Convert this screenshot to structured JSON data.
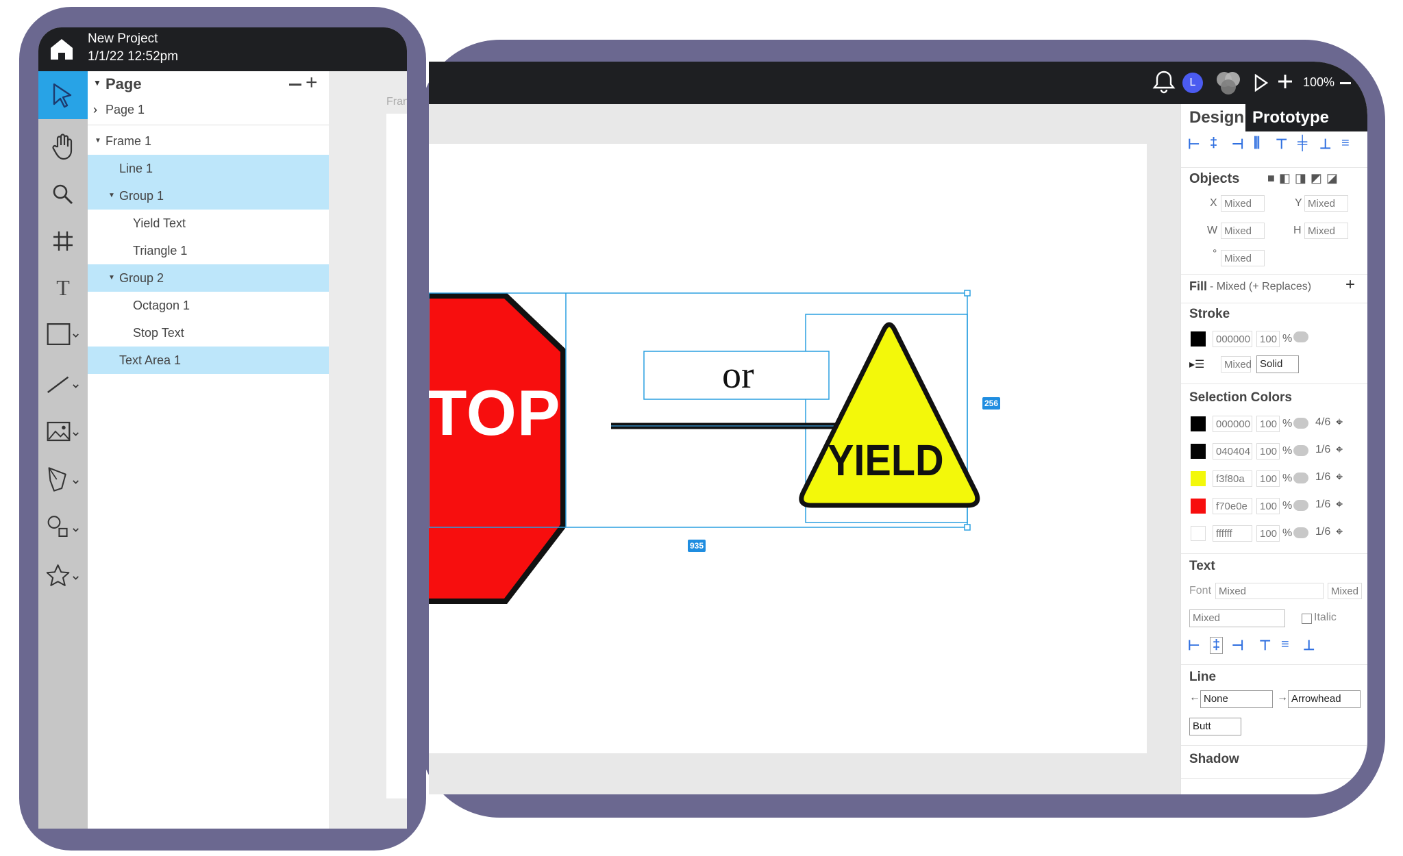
{
  "project": {
    "name": "New Project",
    "date": "1/1/22 12:52pm"
  },
  "layers_panel": {
    "page_header": "Page",
    "page_item": "Page 1",
    "items": [
      {
        "label": "Frame 1",
        "selected": false
      },
      {
        "label": "Line 1",
        "selected": true
      },
      {
        "label": "Group 1",
        "selected": true
      },
      {
        "label": "Yield Text",
        "selected": false
      },
      {
        "label": "Triangle 1",
        "selected": false
      },
      {
        "label": "Group 2",
        "selected": true
      },
      {
        "label": "Octagon 1",
        "selected": false
      },
      {
        "label": "Stop Text",
        "selected": false
      },
      {
        "label": "Text Area 1",
        "selected": true
      }
    ]
  },
  "behind_frame_label": "Fran",
  "topbar": {
    "avatar_letter": "L",
    "zoom": "100%"
  },
  "canvas": {
    "stop_text": "TOP",
    "or_text": "or",
    "yield_text": "YIELD",
    "height_badge": "256",
    "width_badge": "935",
    "colors": {
      "stop_red": "#f70e0e",
      "yield_yellow": "#f3f80a",
      "selection": "#2a9fe0"
    }
  },
  "design_panel": {
    "tabs": [
      "Design",
      "Prototype"
    ],
    "objects": {
      "title": "Objects",
      "x_label": "X",
      "y_label": "Y",
      "w_label": "W",
      "h_label": "H",
      "rot_label": "°",
      "x": "Mixed",
      "y": "Mixed",
      "w": "Mixed",
      "h": "Mixed",
      "rotation": "Mixed"
    },
    "fill": {
      "title": "Fill",
      "detail": "- Mixed (+ Replaces)"
    },
    "stroke": {
      "title": "Stroke",
      "hex": "000000",
      "opacity": "100",
      "percent": "%",
      "width": "Mixed",
      "style": "Solid"
    },
    "selection_colors": {
      "title": "Selection Colors",
      "items": [
        {
          "hex": "000000",
          "opacity": "100",
          "count": "4/6",
          "swatch": "#000000"
        },
        {
          "hex": "040404",
          "opacity": "100",
          "count": "1/6",
          "swatch": "#040404"
        },
        {
          "hex": "f3f80a",
          "opacity": "100",
          "count": "1/6",
          "swatch": "#f3f80a"
        },
        {
          "hex": "f70e0e",
          "opacity": "100",
          "count": "1/6",
          "swatch": "#f70e0e"
        },
        {
          "hex": "ffffff",
          "opacity": "100",
          "count": "1/6",
          "swatch": "#ffffff"
        }
      ]
    },
    "text": {
      "title": "Text",
      "font_label": "Font",
      "font_value": "Mixed",
      "size_value": "Mixed",
      "weight_value": "Mixed",
      "italic_label": "Italic"
    },
    "line": {
      "title": "Line",
      "start": "None",
      "end": "Arrowhead",
      "cap": "Butt"
    },
    "shadow": {
      "title": "Shadow"
    }
  }
}
